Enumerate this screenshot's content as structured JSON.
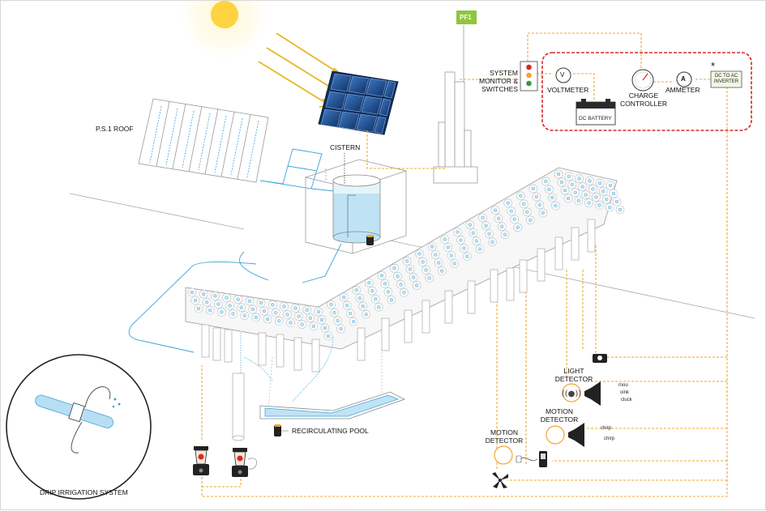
{
  "colors": {
    "wire": "#f2a532",
    "water": "#3aa3d9",
    "water_fill": "#bfe3f5",
    "panel": "#1d4e8f",
    "sun": "#ffd23f",
    "sun_glow": "#fff3c4",
    "control_box": "#d42a2a",
    "outline": "#8a8a8a"
  },
  "labels": {
    "ps1_roof": "P.S.1 ROOF",
    "cistern": "CISTERN",
    "flag": "PF1",
    "system_monitor": [
      "SYSTEM",
      "MONITOR &",
      "SWITCHES"
    ],
    "voltmeter": "VOLTMETER",
    "voltmeter_symbol": "V",
    "dc_battery": "DC BATTERY",
    "charge_controller": [
      "CHARGE",
      "CONTROLLER"
    ],
    "ammeter": "AMMETER",
    "ammeter_symbol": "A",
    "inverter": [
      "DC TO AC",
      "INVERTER"
    ],
    "asterisk": "*",
    "light_detector": [
      "LIGHT",
      "DETECTOR"
    ],
    "light_sounds": [
      "moo",
      "oink",
      "cluck"
    ],
    "motion_detector_1": [
      "MOTION",
      "DETECTOR"
    ],
    "motion_sounds": [
      "chirp",
      "chirp"
    ],
    "motion_detector_2": [
      "MOTION",
      "DETECTOR"
    ],
    "recirculating_pool": "RECIRCULATING POOL",
    "drip_irrigation": "DRIP IRRIGATION SYSTEM"
  }
}
